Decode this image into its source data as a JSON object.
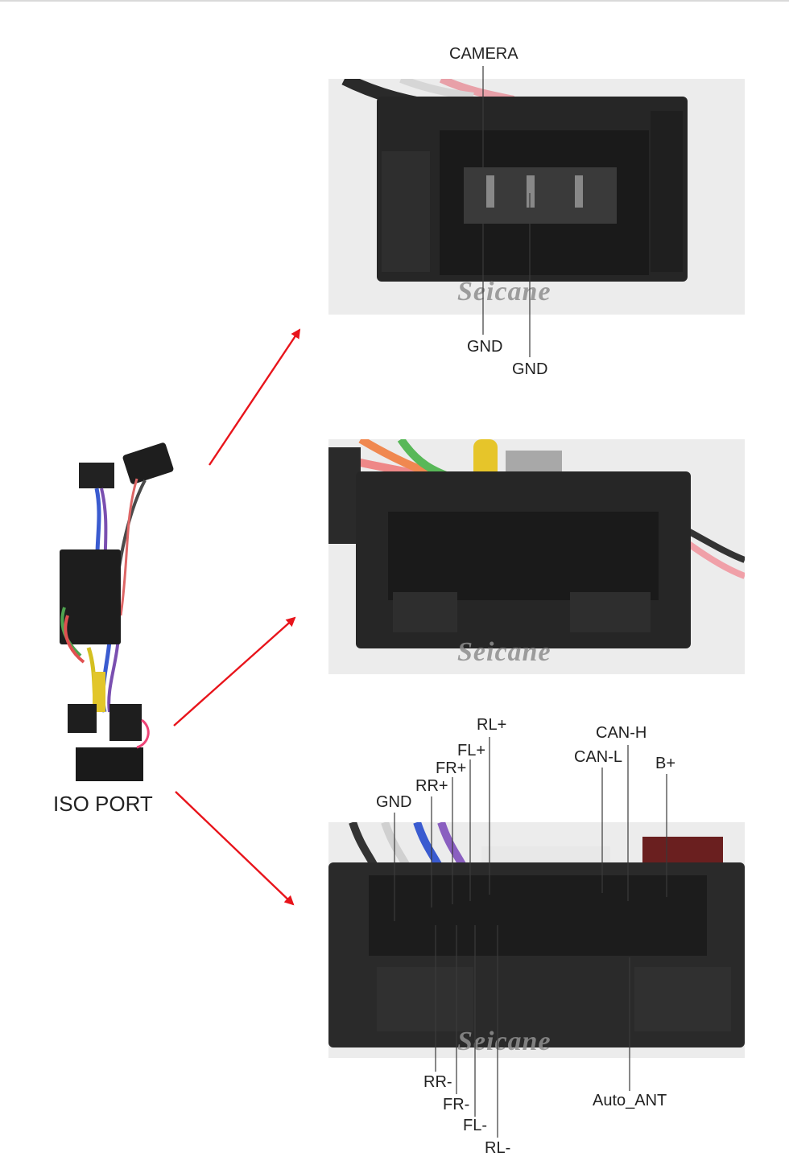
{
  "watermark": "Seicane",
  "iso_label": "ISO PORT",
  "connector1": {
    "top_labels": [
      "CAMERA"
    ],
    "bottom_labels": [
      "GND",
      "GND"
    ]
  },
  "connector3": {
    "top_labels": [
      "RL+",
      "FL+",
      "FR+",
      "RR+",
      "GND",
      "CAN-H",
      "CAN-L",
      "B+"
    ],
    "bottom_labels": [
      "RR-",
      "FR-",
      "FL-",
      "RL-",
      "Auto_ANT"
    ]
  },
  "colors": {
    "arrow": "#e8141b",
    "leader_line": "#3a3a3a",
    "connector_body": "#2b2b2b",
    "photo_bg": "#ececec"
  }
}
